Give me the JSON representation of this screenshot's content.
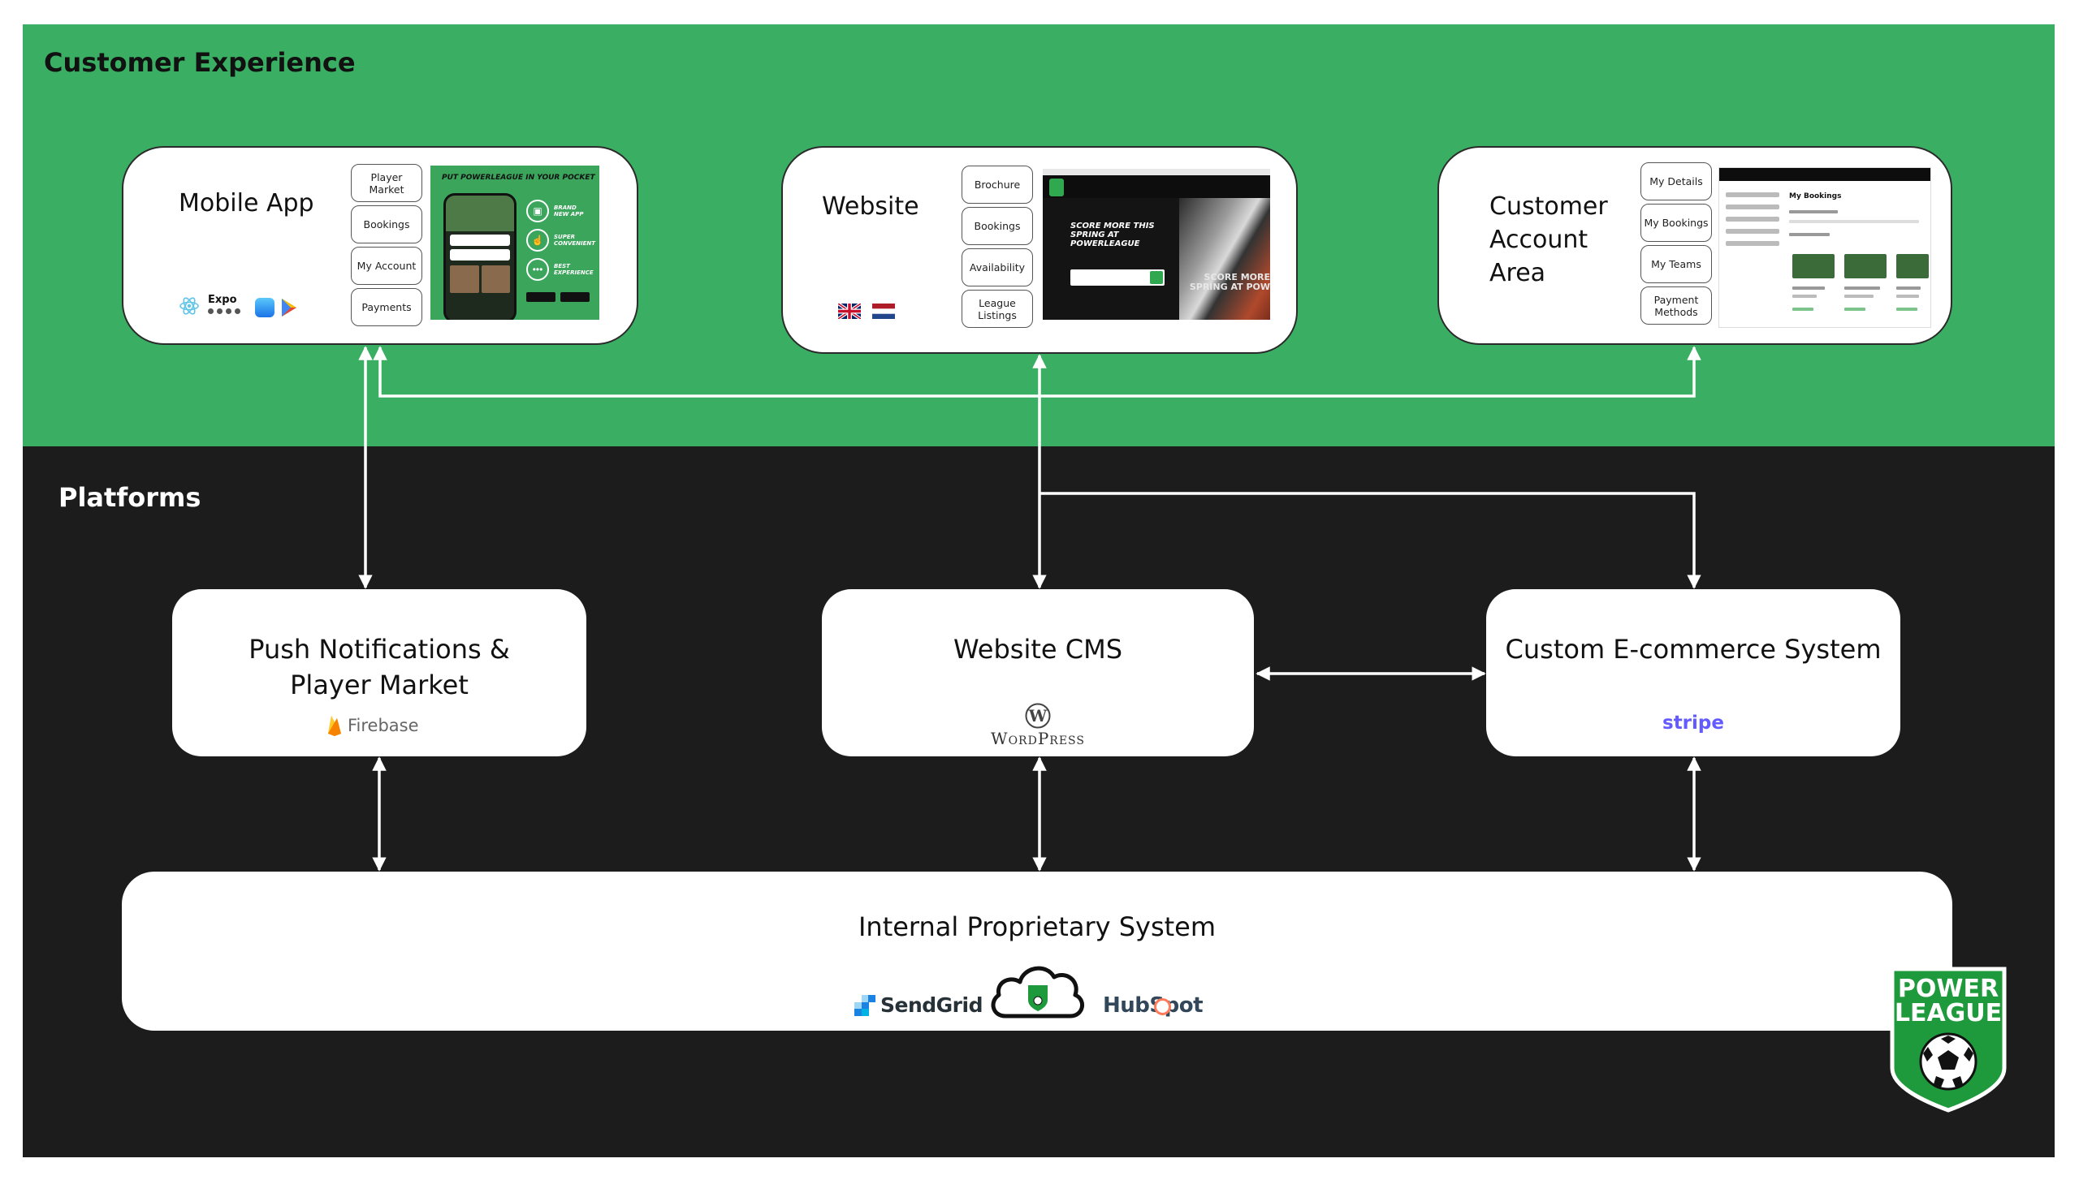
{
  "sections": {
    "customer_experience": "Customer Experience",
    "platforms": "Platforms"
  },
  "mobile_app": {
    "title": "Mobile App",
    "tabs": [
      "Player Market",
      "Bookings",
      "My Account",
      "Payments"
    ],
    "expo_label": "Expo",
    "promo_heading": "PUT POWERLEAGUE IN YOUR POCKET",
    "promo_features": [
      "BRAND NEW APP",
      "SUPER CONVENIENT",
      "BEST EXPERIENCE"
    ]
  },
  "website": {
    "title": "Website",
    "tabs": [
      "Brochure",
      "Bookings",
      "Availability",
      "League Listings"
    ],
    "hero_text": "SCORE MORE THIS SPRING AT POWERLEAGUE",
    "overlay_text": "SCORE MORE SPRING AT POW"
  },
  "customer_account": {
    "title": "Customer Account Area",
    "tabs": [
      "My Details",
      "My Bookings",
      "My Teams",
      "Payment Methods"
    ],
    "screen_heading": "My Bookings"
  },
  "platforms": {
    "push": {
      "title": "Push Notifications & Player Market",
      "logo": "Firebase"
    },
    "cms": {
      "title": "Website CMS",
      "logo": "WordPress"
    },
    "ecommerce": {
      "title": "Custom E-commerce System",
      "logo": "stripe"
    },
    "internal": {
      "title": "Internal Proprietary System",
      "logos": [
        "SendGrid",
        "HubSpot"
      ]
    }
  },
  "brand": {
    "line1": "POWER",
    "line2": "LEAGUE"
  },
  "colors": {
    "green_band": "#3aae62",
    "dark_band": "#1c1c1c",
    "stripe_purple": "#635bff",
    "hubspot_orange": "#ff7a59",
    "sendgrid_blue": "#1a82e2",
    "firebase_amber": "#ffa000",
    "brand_green": "#1e9a3c"
  },
  "icons": [
    "react-icon",
    "expo-icon",
    "app-store-icon",
    "google-play-icon",
    "uk-flag-icon",
    "netherlands-flag-icon",
    "firebase-flame-icon",
    "wordpress-icon",
    "sendgrid-icon",
    "cloud-icon",
    "football-icon"
  ]
}
